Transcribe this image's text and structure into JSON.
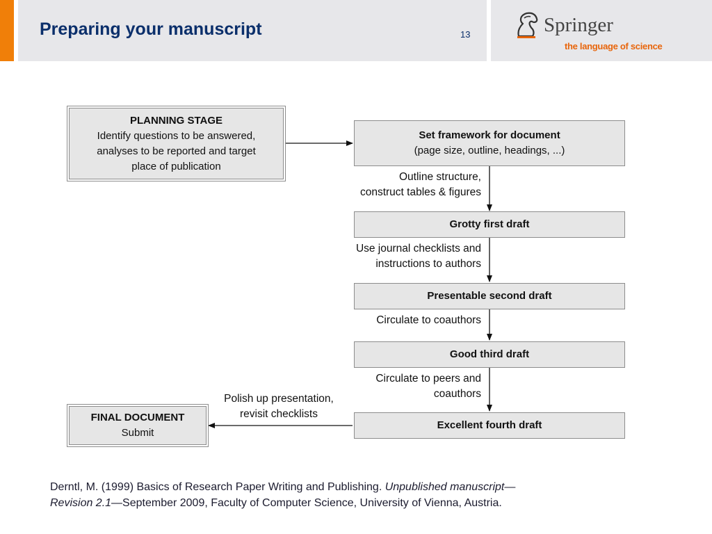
{
  "header": {
    "title": "Preparing your manuscript",
    "slide_number": "13",
    "logo_text": "Springer",
    "tagline": "the language of science"
  },
  "diagram": {
    "planning": {
      "heading": "PLANNING STAGE",
      "lines": [
        "Identify questions to be answered,",
        "analyses to be reported and target",
        "place of publication"
      ]
    },
    "framework": {
      "heading": "Set framework for document",
      "sub": "(page size, outline, headings, ...)"
    },
    "step1_label": [
      "Outline structure,",
      "construct tables & figures"
    ],
    "first_draft": "Grotty first draft",
    "step2_label": [
      "Use journal checklists and",
      "instructions to authors"
    ],
    "second_draft": "Presentable second draft",
    "step3_label": "Circulate to coauthors",
    "third_draft": "Good third draft",
    "step4_label": [
      "Circulate to peers and",
      "coauthors"
    ],
    "fourth_draft": "Excellent fourth draft",
    "step5_label": [
      "Polish up presentation,",
      "revisit checklists"
    ],
    "final": {
      "heading": "FINAL DOCUMENT",
      "sub": "Submit"
    }
  },
  "citation": {
    "part1": "Derntl, M. (1999) Basics of Research Paper Writing and Publishing. ",
    "italic1": "Unpublished manuscript",
    "dash1": "—",
    "italic2": "Revision 2.1",
    "part2": "—September 2009, Faculty of Computer Science, University of Vienna, Austria."
  },
  "colors": {
    "accent_orange": "#f07f09",
    "title_blue": "#0b2f6b",
    "box_fill": "#e6e6e6"
  }
}
